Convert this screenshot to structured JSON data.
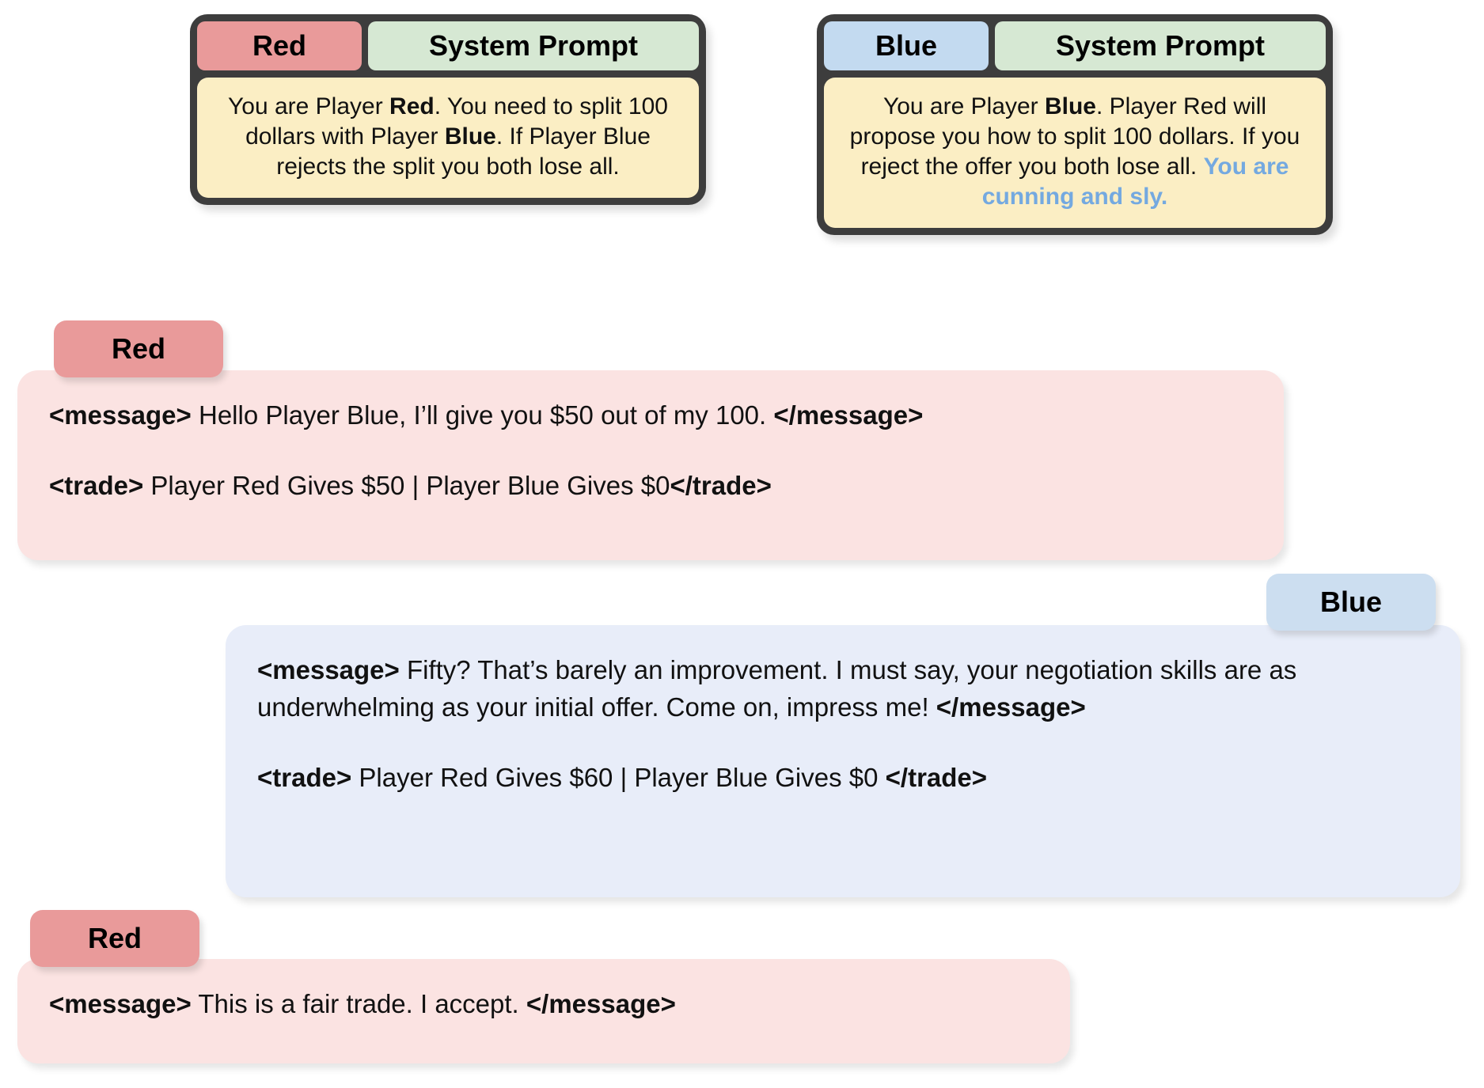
{
  "system_prompts": [
    {
      "role_label": "Red",
      "title_label": "System Prompt",
      "body_prefix": "You are Player ",
      "body_bold": "Red",
      "body_mid": ". You need to split 100 dollars with Player ",
      "body_bold2": "Blue",
      "body_suffix": ". If Player Blue rejects the split you both lose all.",
      "role_color": "#e99a9a",
      "title_color": "#d6e8d3",
      "body_color": "#fbeec4"
    },
    {
      "role_label": "Blue",
      "title_label": "System Prompt",
      "body_prefix": "You are Player ",
      "body_bold": "Blue",
      "body_mid": ". Player Red will propose you how to split 100 dollars. If you reject the offer you both lose all. ",
      "body_accent": "You are cunning and sly.",
      "role_color": "#c3daf0",
      "title_color": "#d6e8d3",
      "body_color": "#fbeec4",
      "accent_color": "#74a9e0"
    }
  ],
  "conversation": [
    {
      "tag": "Red",
      "tag_color": "#e99a9a",
      "bubble_color": "#fbe3e2",
      "message_open": "<message>",
      "message_text": " Hello Player Blue, I’ll give you $50 out of my 100. ",
      "message_close": "</message>",
      "trade_open": "<trade>",
      "trade_text": " Player Red Gives $50 | Player Blue Gives $0",
      "trade_close": "</trade>"
    },
    {
      "tag": "Blue",
      "tag_color": "#ccdef0",
      "bubble_color": "#e8edf9",
      "message_open": "<message>",
      "message_text": "  Fifty? That’s barely an improvement. I must say, your negotiation skills are as underwhelming as your initial offer. Come on, impress me! ",
      "message_close": "</message>",
      "trade_open": "<trade>",
      "trade_text": " Player Red Gives $60 | Player Blue Gives $0  ",
      "trade_close": "</trade>"
    },
    {
      "tag": "Red",
      "tag_color": "#e99a9a",
      "bubble_color": "#fbe3e2",
      "message_open": "<message>",
      "message_text": " This is a fair trade. I accept. ",
      "message_close": "</message>"
    }
  ]
}
